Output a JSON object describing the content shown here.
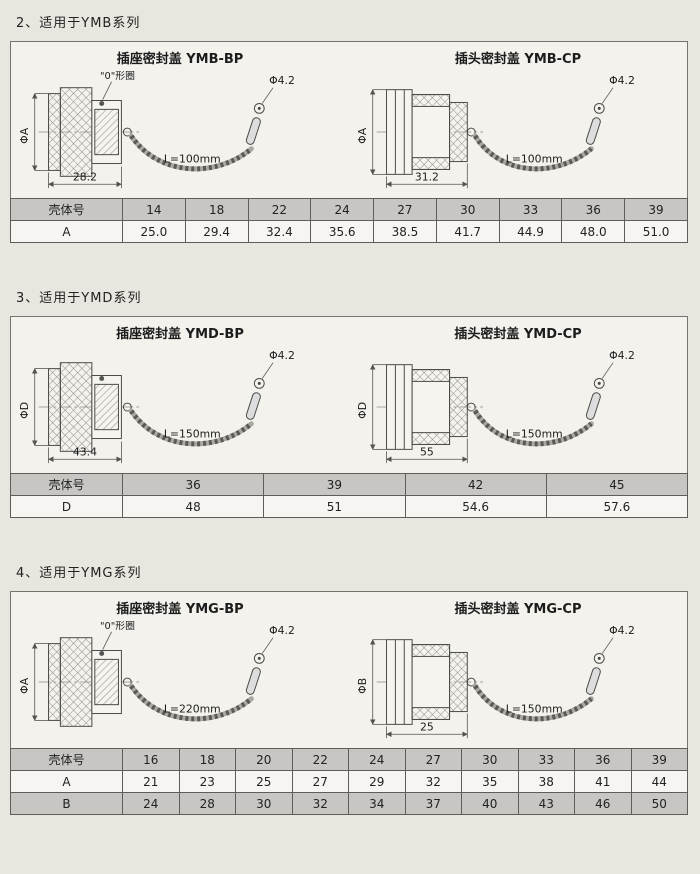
{
  "colors": {
    "paper": "#e9e6e0",
    "panel": "#f3f2ed",
    "row_shaded": "#c7c6c3",
    "ink": "#222222",
    "line": "#444444"
  },
  "sections": [
    {
      "heading": "2、适用于YMB系列",
      "diagrams": [
        {
          "title": "插座密封盖 YMB-BP",
          "oring": "\"0\"形圈",
          "dia": "ΦA",
          "width": "28.2",
          "chain": "L=100mm",
          "hole": "Φ4.2"
        },
        {
          "title": "插头密封盖 YMB-CP",
          "dia": "ΦA",
          "width": "31.2",
          "chain": "L=100mm",
          "hole": "Φ4.2"
        }
      ],
      "table": {
        "rows": [
          {
            "label": "壳体号",
            "shaded": true,
            "values": [
              "14",
              "18",
              "22",
              "24",
              "27",
              "30",
              "33",
              "36",
              "39"
            ]
          },
          {
            "label": "A",
            "shaded": false,
            "values": [
              "25.0",
              "29.4",
              "32.4",
              "35.6",
              "38.5",
              "41.7",
              "44.9",
              "48.0",
              "51.0"
            ]
          }
        ]
      }
    },
    {
      "heading": "3、适用于YMD系列",
      "diagrams": [
        {
          "title": "插座密封盖 YMD-BP",
          "dia": "ΦD",
          "width": "43.4",
          "chain": "L=150mm",
          "hole": "Φ4.2"
        },
        {
          "title": "插头密封盖 YMD-CP",
          "dia": "ΦD",
          "width": "55",
          "chain": "L=150mm",
          "hole": "Φ4.2"
        }
      ],
      "table": {
        "rows": [
          {
            "label": "壳体号",
            "shaded": true,
            "values": [
              "36",
              "39",
              "42",
              "45"
            ]
          },
          {
            "label": "D",
            "shaded": false,
            "values": [
              "48",
              "51",
              "54.6",
              "57.6"
            ]
          }
        ]
      }
    },
    {
      "heading": "4、适用于YMG系列",
      "diagrams": [
        {
          "title": "插座密封盖 YMG-BP",
          "oring": "\"0\"形圈",
          "dia": "ΦA",
          "chain": "L=220mm",
          "hole": "Φ4.2"
        },
        {
          "title": "插头密封盖 YMG-CP",
          "dia": "ΦB",
          "width": "25",
          "chain": "L=150mm",
          "hole": "Φ4.2"
        }
      ],
      "table": {
        "rows": [
          {
            "label": "壳体号",
            "shaded": true,
            "values": [
              "16",
              "18",
              "20",
              "22",
              "24",
              "27",
              "30",
              "33",
              "36",
              "39"
            ]
          },
          {
            "label": "A",
            "shaded": false,
            "values": [
              "21",
              "23",
              "25",
              "27",
              "29",
              "32",
              "35",
              "38",
              "41",
              "44"
            ]
          },
          {
            "label": "B",
            "shaded": true,
            "values": [
              "24",
              "28",
              "30",
              "32",
              "34",
              "37",
              "40",
              "43",
              "46",
              "50"
            ]
          }
        ]
      }
    }
  ]
}
